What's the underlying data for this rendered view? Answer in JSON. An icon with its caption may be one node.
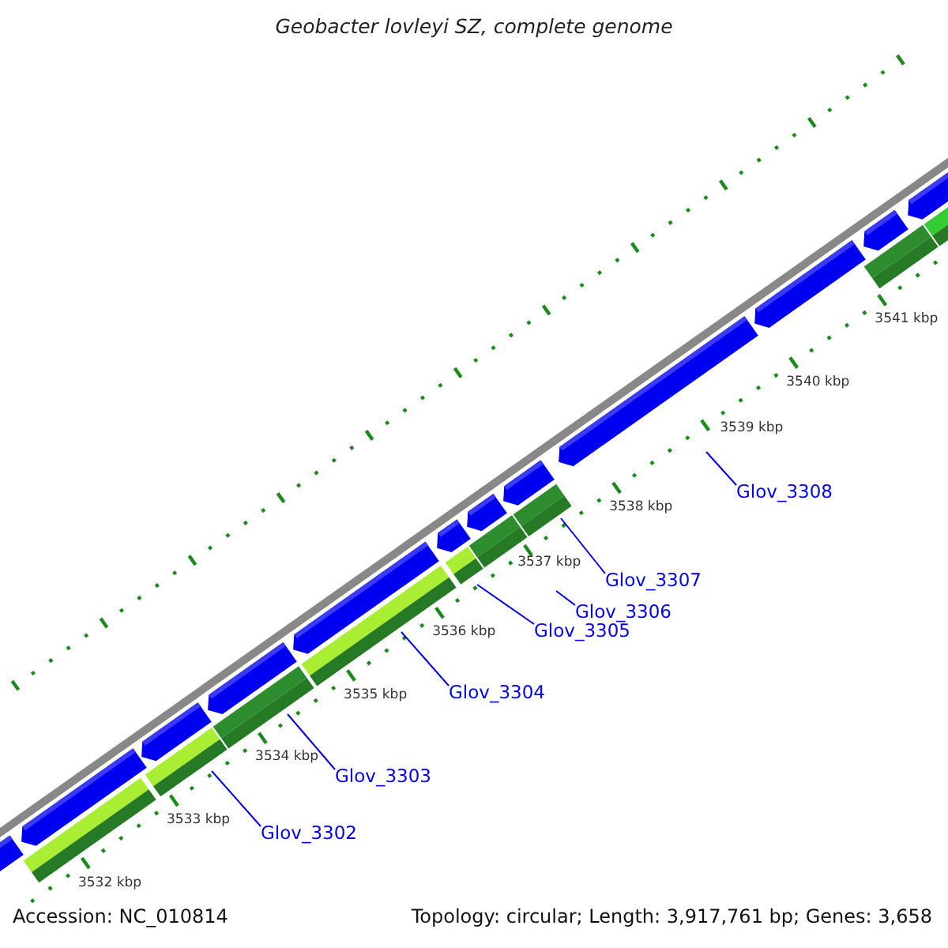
{
  "diagram": {
    "title": "Geobacter lovleyi SZ, complete genome",
    "nodes": [
      {
        "text": [
          "Glov_3302"
        ]
      },
      {
        "text": [
          "Glov_3303"
        ]
      },
      {
        "text": [
          "Glov_3304"
        ]
      },
      {
        "text": [
          "Glov_3305"
        ]
      },
      {
        "text": [
          "Glov_3306"
        ]
      },
      {
        "text": [
          "Glov_3307"
        ]
      },
      {
        "text": [
          "Glov_3308"
        ]
      }
    ],
    "edges": [
      {
        "from": 0,
        "to": null,
        "arrow": "none"
      },
      {
        "from": 1,
        "to": null,
        "arrow": "none"
      },
      {
        "from": 2,
        "to": null,
        "arrow": "none"
      },
      {
        "from": 3,
        "to": null,
        "arrow": "none"
      },
      {
        "from": 4,
        "to": null,
        "arrow": "none"
      },
      {
        "from": 5,
        "to": null,
        "arrow": "none"
      },
      {
        "from": 6,
        "to": null,
        "arrow": "none"
      }
    ],
    "labels": [
      "3532 kbp",
      "3533 kbp",
      "3534 kbp",
      "3535 kbp",
      "3536 kbp",
      "3537 kbp",
      "3538 kbp",
      "3539 kbp",
      "3540 kbp",
      "3541 kbp",
      "Accession: NC_010814",
      "Topology: circular; Length: 3,917,761 bp; Genes: 3,658"
    ]
  }
}
